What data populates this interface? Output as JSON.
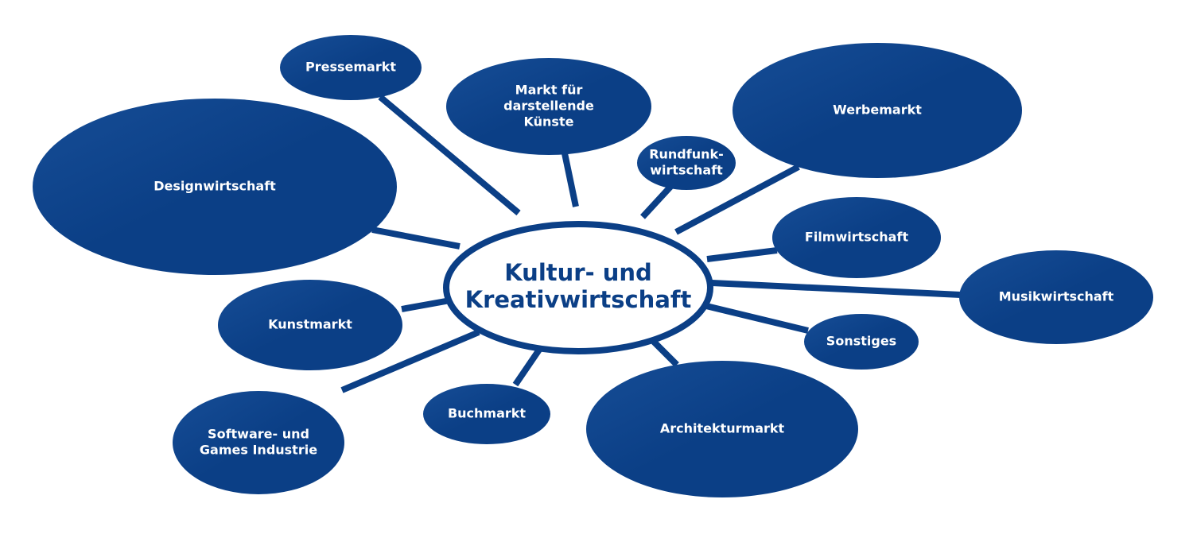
{
  "colors": {
    "bubble": "#0b3f86",
    "bubble_highlight": "#164d96",
    "line": "#0b3f86",
    "center_fill": "#ffffff",
    "center_text": "#0b3f86",
    "bubble_text": "#ffffff"
  },
  "center": {
    "lines": [
      "Kultur- und",
      "Kreativwirtschaft"
    ]
  },
  "nodes": [
    {
      "id": "pressemarkt",
      "lines": [
        "Pressemarkt"
      ]
    },
    {
      "id": "darstellende-kuenste",
      "lines": [
        "Markt für",
        "darstellende",
        "Künste"
      ]
    },
    {
      "id": "rundfunk",
      "lines": [
        "Rundfunk-",
        "wirtschaft"
      ]
    },
    {
      "id": "werbemarkt",
      "lines": [
        "Werbemarkt"
      ]
    },
    {
      "id": "filmwirtschaft",
      "lines": [
        "Filmwirtschaft"
      ]
    },
    {
      "id": "musikwirtschaft",
      "lines": [
        "Musikwirtschaft"
      ]
    },
    {
      "id": "sonstiges",
      "lines": [
        "Sonstiges"
      ]
    },
    {
      "id": "architekturmarkt",
      "lines": [
        "Architekturmarkt"
      ]
    },
    {
      "id": "buchmarkt",
      "lines": [
        "Buchmarkt"
      ]
    },
    {
      "id": "software-games",
      "lines": [
        "Software- und",
        "Games Industrie"
      ]
    },
    {
      "id": "kunstmarkt",
      "lines": [
        "Kunstmarkt"
      ]
    },
    {
      "id": "designwirtschaft",
      "lines": [
        "Designwirtschaft"
      ]
    }
  ]
}
